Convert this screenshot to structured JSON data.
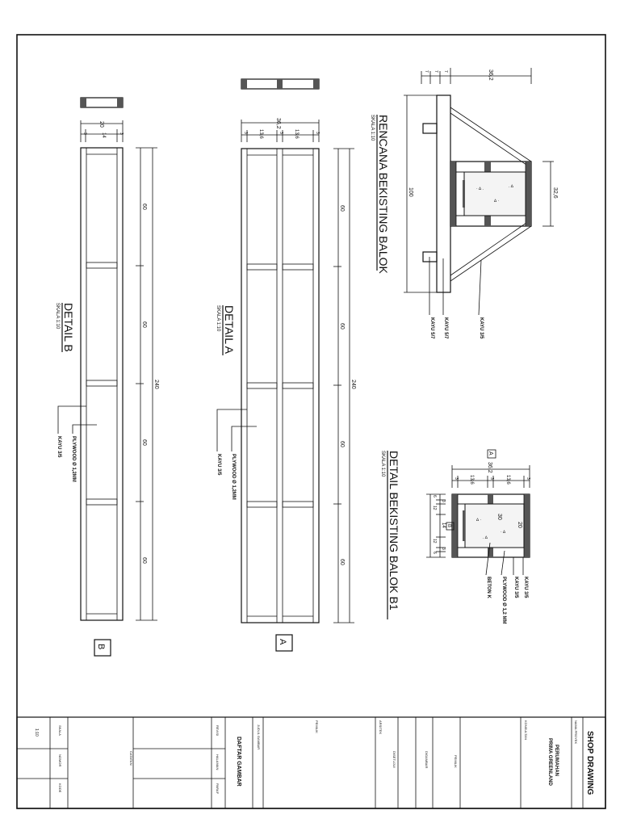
{
  "detail_b": {
    "title": "DETAIL B",
    "scale": "SKALA 1:10",
    "dim_total": "20",
    "dim_inner": "14",
    "dim_small_l": "3",
    "dim_small_r": "3",
    "dim_length": "240",
    "dim_segments": [
      "60",
      "60",
      "60",
      "60"
    ],
    "label_plywood": "PLYWOOD Ø 1,2MM",
    "label_kayu": "KAYU 3/5",
    "marker": "B"
  },
  "detail_a": {
    "title": "DETAIL A",
    "scale": "SKALA 1:10",
    "dim_total": "36,2",
    "dim_left": "13,6",
    "dim_right": "13,6",
    "dim_s1": "3",
    "dim_s2": "3",
    "dim_s3": "3",
    "dim_length": "240",
    "dim_segments": [
      "60",
      "60",
      "60",
      "60"
    ],
    "label_plywood": "PLYWOOD Ø 1,2MM",
    "label_kayu": "KAYU 3/5",
    "marker": "A"
  },
  "rencana": {
    "title": "RENCANA BEKISTING BALOK",
    "scale": "SKALA 1:10",
    "dim_top": "36,2",
    "dim_small": [
      "7",
      "7",
      "7"
    ],
    "dim_100": "100",
    "dim_height": "32,6",
    "label_kayu57_a": "KAYU 5/7",
    "label_kayu57_b": "KAYU 5/7",
    "label_kayu35": "KAYU 3/5"
  },
  "detail_b1": {
    "title": "DETAIL BEKISTING BALOK B1",
    "scale": "SKALA 1:10",
    "marker_a": "A",
    "marker_b": "B",
    "dim_top": "36,2",
    "dim_top_l": "13,6",
    "dim_top_r": "13,6",
    "dim_top_s": [
      "3",
      "3",
      "3"
    ],
    "dim_left": [
      "6",
      "3",
      "12",
      "14",
      "12",
      "3",
      "6"
    ],
    "dim_30": "30",
    "dim_20": "20",
    "label_kayu35": "KAYU 3/5",
    "label_kayu35_b": "KAYU 3/5",
    "label_plywood": "PLYWOOD Ø 1,2 MM",
    "label_beton": "BETON K"
  },
  "title_block": {
    "shop_drawing": "SHOP DRAWING",
    "nama_proyek": "NAMA PROYEK",
    "project_name_1": "PERUMAHAN",
    "project_name_2": "PRIMA GREENLAND",
    "konsultan": "KONSULTAN",
    "pemilik": "PEMILIK",
    "digambar": "DIGAMBAR",
    "diperiksa": "DIPERIKSA",
    "arsitek": "ARSITEK",
    "disetujui": "DISETUJUI",
    "pemilik2": "PEMILIK",
    "judul_gambar": "JUDUL GAMBAR",
    "daftar_gambar": "DAFTAR GAMBAR",
    "revisi": "REVISI",
    "halaman": "HALAMAN",
    "paraf": "PARAF",
    "catatan": "CATATAN",
    "skala": "SKALA",
    "skala_val": "1:10",
    "nomor": "NOMOR",
    "kode": "KODE"
  }
}
